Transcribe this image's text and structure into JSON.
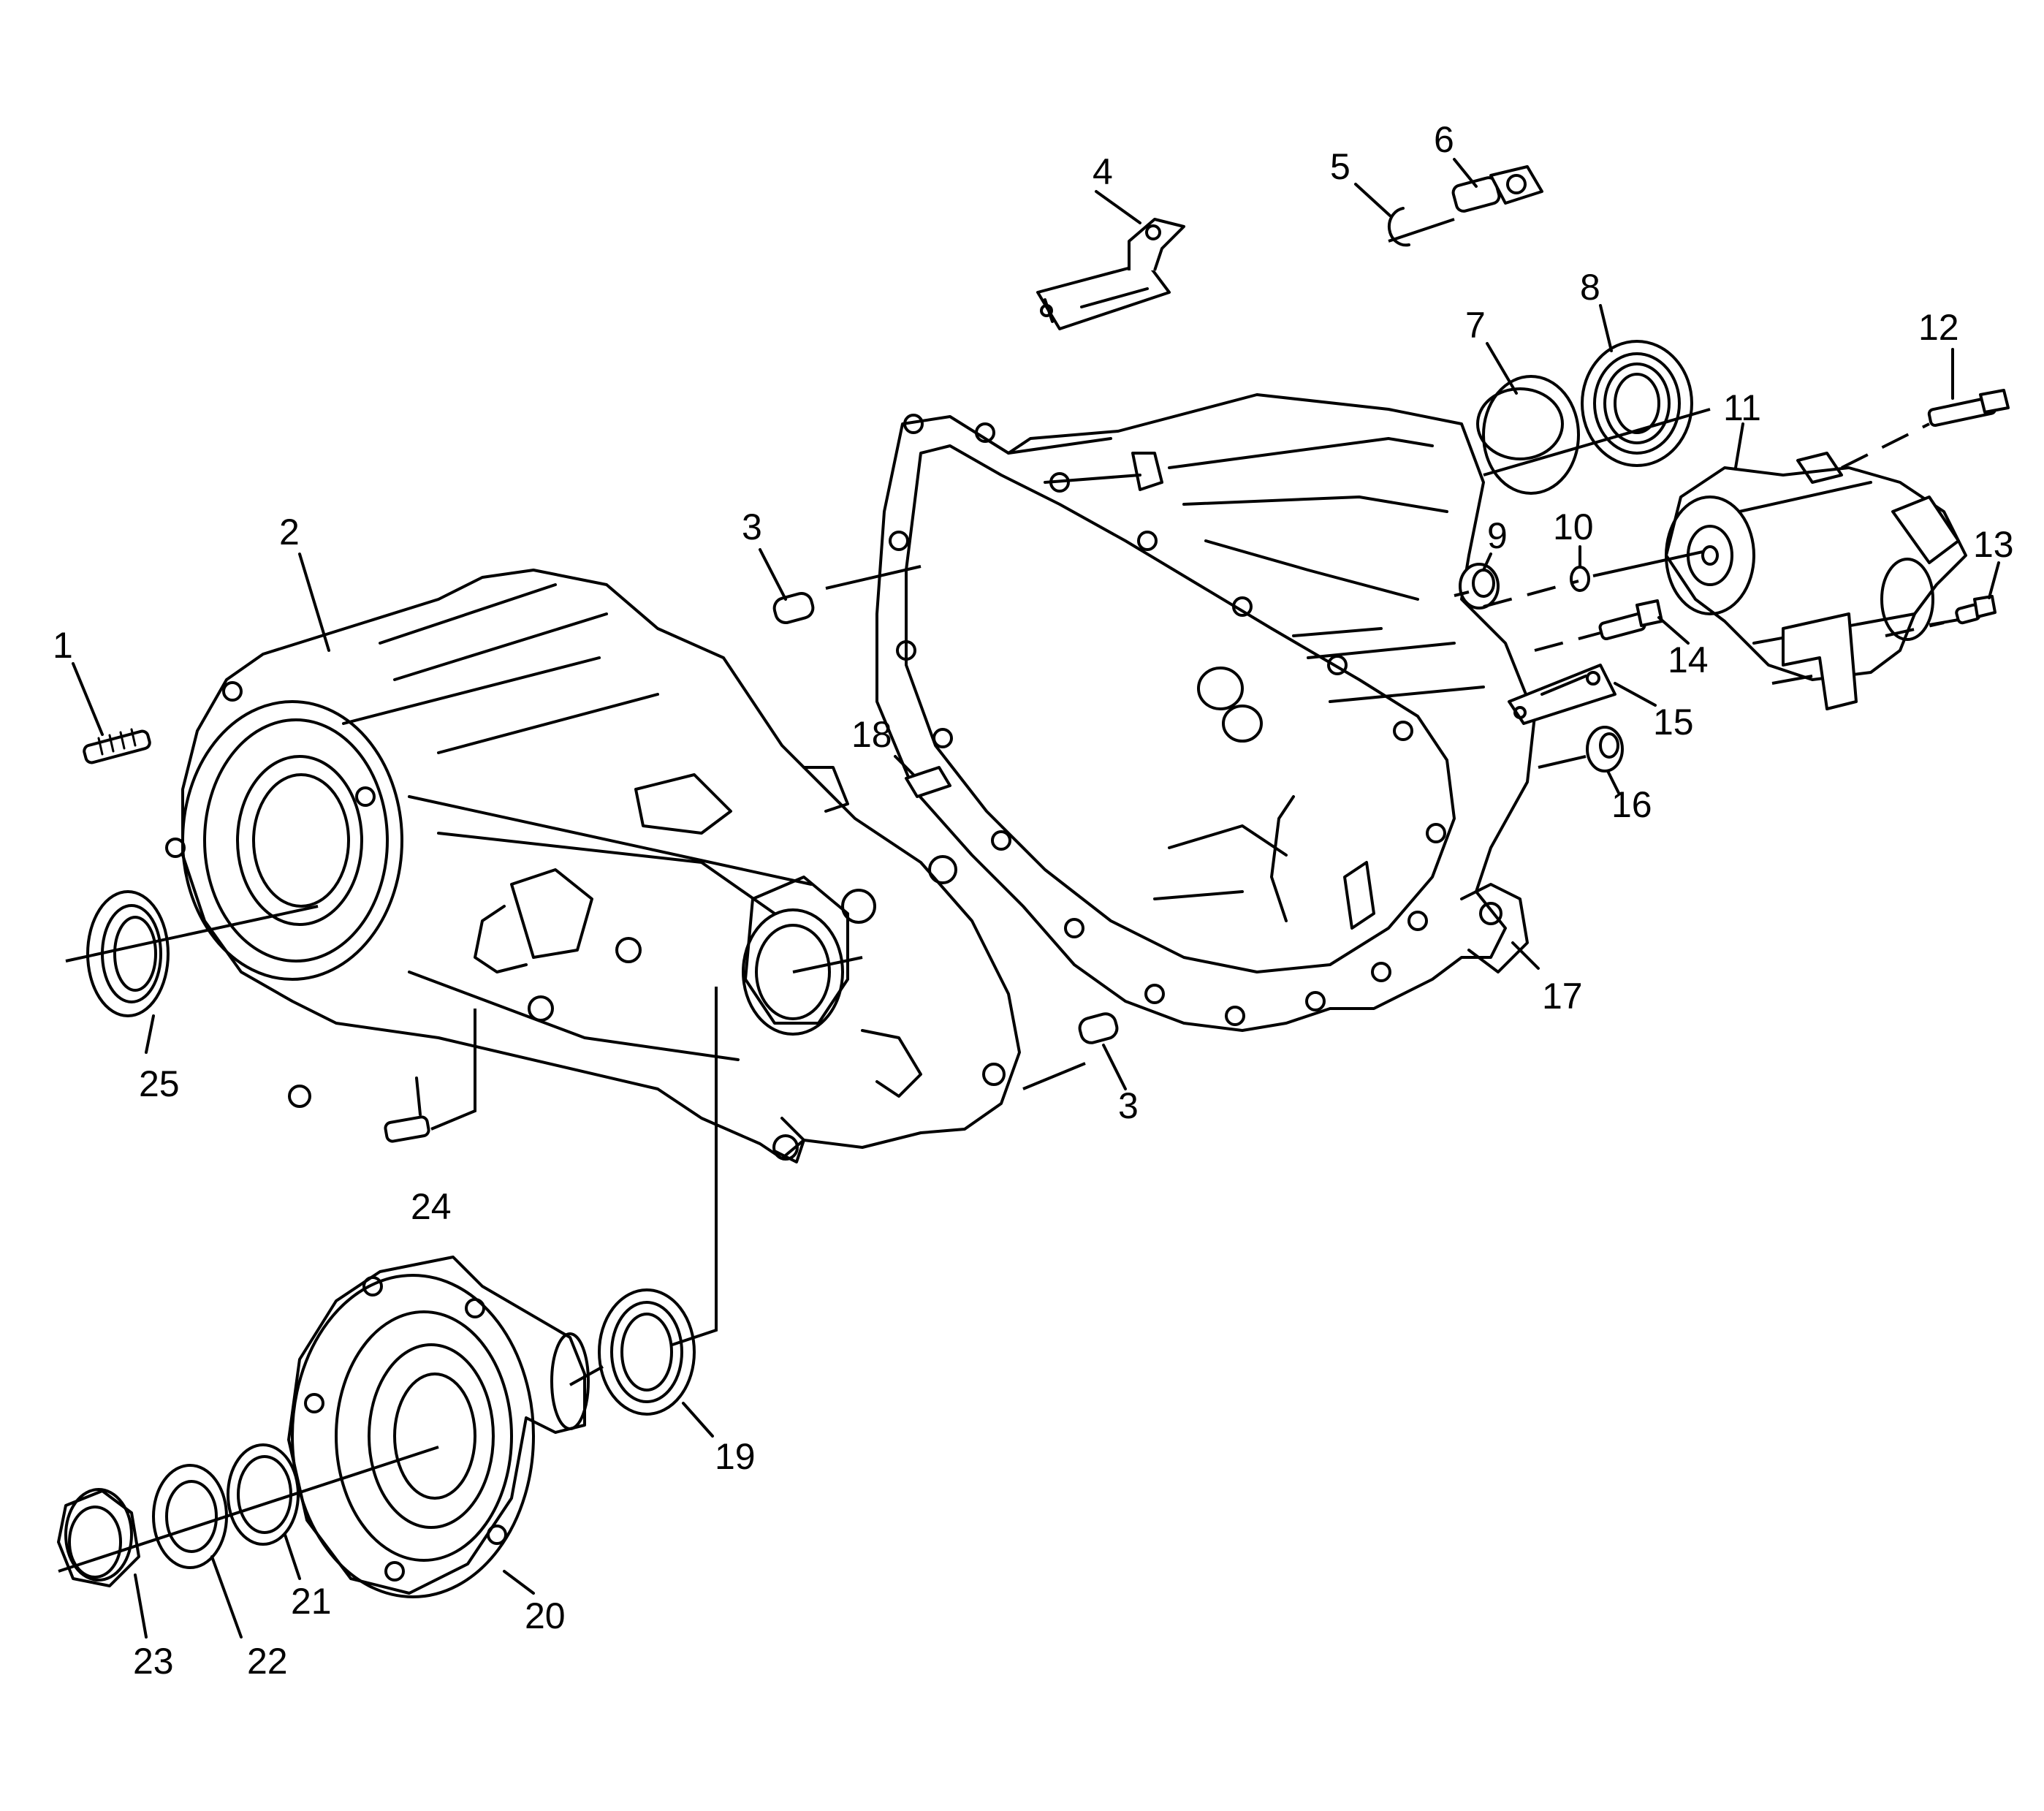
{
  "callouts": [
    {
      "id": "1",
      "text": "1"
    },
    {
      "id": "2",
      "text": "2"
    },
    {
      "id": "3a",
      "text": "3"
    },
    {
      "id": "3b",
      "text": "3"
    },
    {
      "id": "4",
      "text": "4"
    },
    {
      "id": "5",
      "text": "5"
    },
    {
      "id": "6",
      "text": "6"
    },
    {
      "id": "7",
      "text": "7"
    },
    {
      "id": "8",
      "text": "8"
    },
    {
      "id": "9",
      "text": "9"
    },
    {
      "id": "10",
      "text": "10"
    },
    {
      "id": "11",
      "text": "11"
    },
    {
      "id": "12",
      "text": "12"
    },
    {
      "id": "13",
      "text": "13"
    },
    {
      "id": "14",
      "text": "14"
    },
    {
      "id": "15",
      "text": "15"
    },
    {
      "id": "16",
      "text": "16"
    },
    {
      "id": "17",
      "text": "17"
    },
    {
      "id": "18",
      "text": "18"
    },
    {
      "id": "19",
      "text": "19"
    },
    {
      "id": "20",
      "text": "20"
    },
    {
      "id": "21",
      "text": "21"
    },
    {
      "id": "22",
      "text": "22"
    },
    {
      "id": "23",
      "text": "23"
    },
    {
      "id": "24",
      "text": "24"
    },
    {
      "id": "25",
      "text": "25"
    }
  ]
}
